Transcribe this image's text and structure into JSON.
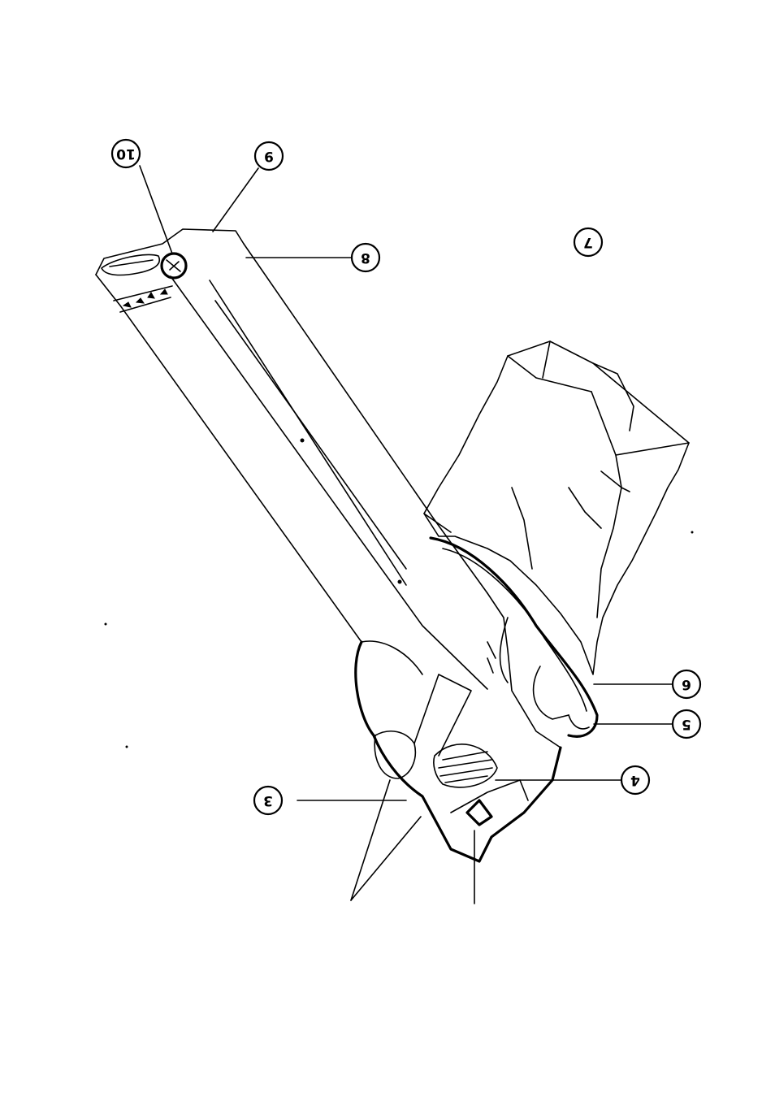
{
  "callouts": [
    {
      "id": "10",
      "label": "10"
    },
    {
      "id": "9",
      "label": "9"
    },
    {
      "id": "8",
      "label": "8"
    },
    {
      "id": "7",
      "label": "7"
    },
    {
      "id": "6",
      "label": "6"
    },
    {
      "id": "5",
      "label": "5"
    },
    {
      "id": "4",
      "label": "4"
    },
    {
      "id": "3",
      "label": "3"
    }
  ],
  "icons": {
    "device": "garden-vacuum-blower-drawing",
    "bag": "collection-bag-drawing"
  }
}
